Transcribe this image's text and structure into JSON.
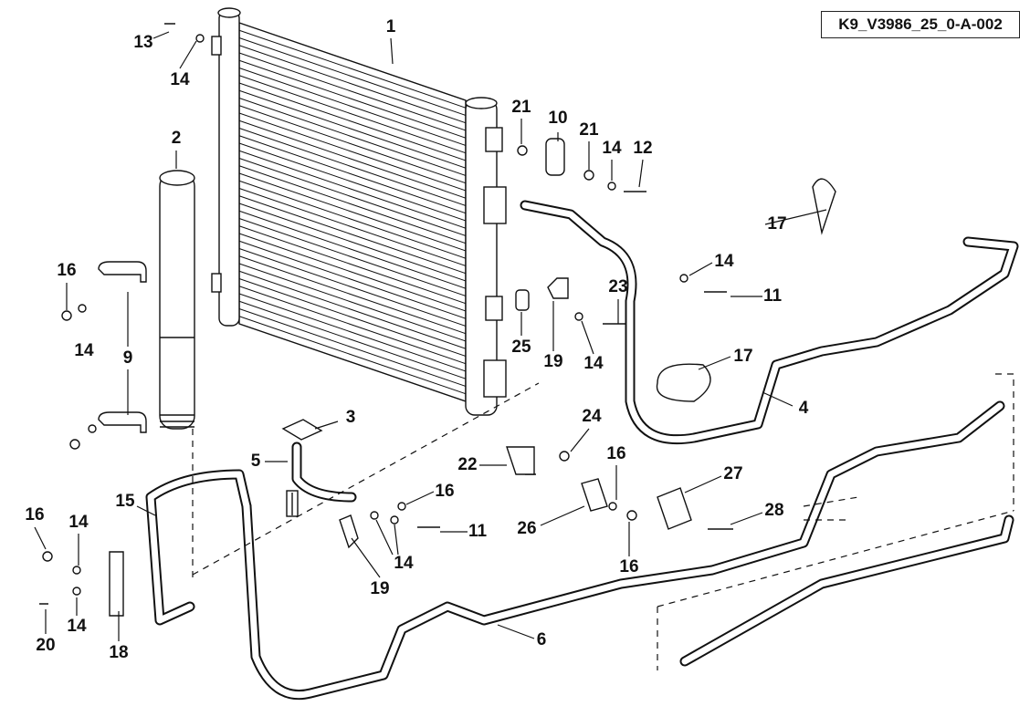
{
  "diagram_code": "K9_V3986_25_0-A-002",
  "callouts": [
    "1",
    "2",
    "3",
    "4",
    "5",
    "6",
    "9",
    "10",
    "11",
    "11",
    "12",
    "13",
    "14",
    "14",
    "14",
    "14",
    "14",
    "14",
    "14",
    "14",
    "16",
    "16",
    "16",
    "16",
    "16",
    "17",
    "17",
    "18",
    "19",
    "19",
    "20",
    "21",
    "21",
    "22",
    "23",
    "24",
    "25",
    "26",
    "27",
    "28",
    "15"
  ],
  "colors": {
    "line": "#111111",
    "background": "#ffffff"
  }
}
